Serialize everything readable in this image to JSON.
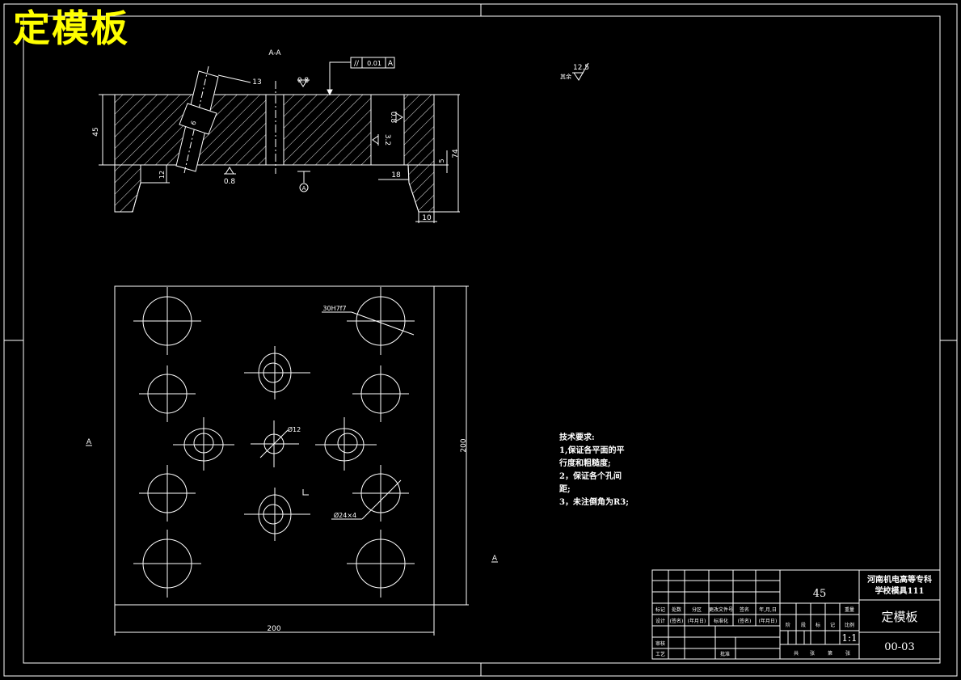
{
  "title": "定模板",
  "section_label": "A-A",
  "view_marks": {
    "left": "A",
    "bottom_right": "A"
  },
  "tolerance_frame": {
    "symbol": "//",
    "value": "0.01",
    "datum": "A"
  },
  "roughness_general": {
    "prefix": "其余",
    "value": "12.5"
  },
  "section_dims": {
    "d13": "13",
    "d45": "45",
    "d74": "74",
    "d12": "12",
    "d18": "18",
    "d5": "5",
    "d10": "10",
    "d6": "6",
    "r08_top": "0.8",
    "r08_bottom": "0.8",
    "r08_side": "0.8",
    "r32": "3.2"
  },
  "plan_dims": {
    "width": "200",
    "height": "200",
    "hole_fit": "30H7f7",
    "hole_small": "Ø12",
    "hole_pattern": "Ø24×4"
  },
  "tech": {
    "heading": "技术要求:",
    "line1": "1,保证各平面的平",
    "line2": "行度和粗糙度;",
    "line3": "2，保证各个孔间",
    "line4": "距;",
    "line5": "3，未注倒角为R3;"
  },
  "title_block": {
    "material": "45",
    "school_line1": "河南机电高等专科",
    "school_line2": "学校模具111",
    "part_name": "定模板",
    "drawing_no": "00-03",
    "scale": "1:1",
    "headers": [
      "标记",
      "处数",
      "分区",
      "更改文件号",
      "签名",
      "年,月,日"
    ],
    "row2": [
      "设计",
      "(签名)",
      "(年月日)",
      "标准化",
      "(签名)",
      "(年月日)"
    ],
    "stage_headers": [
      "阶",
      "段",
      "标",
      "记",
      "重量",
      "比例"
    ],
    "review": "审核",
    "process": "工艺",
    "approve": "批准",
    "sheet_row": [
      "共",
      "张",
      "第",
      "张"
    ]
  },
  "colors": {
    "line": "#ffffff",
    "title": "#ffff00",
    "background": "#000000"
  }
}
